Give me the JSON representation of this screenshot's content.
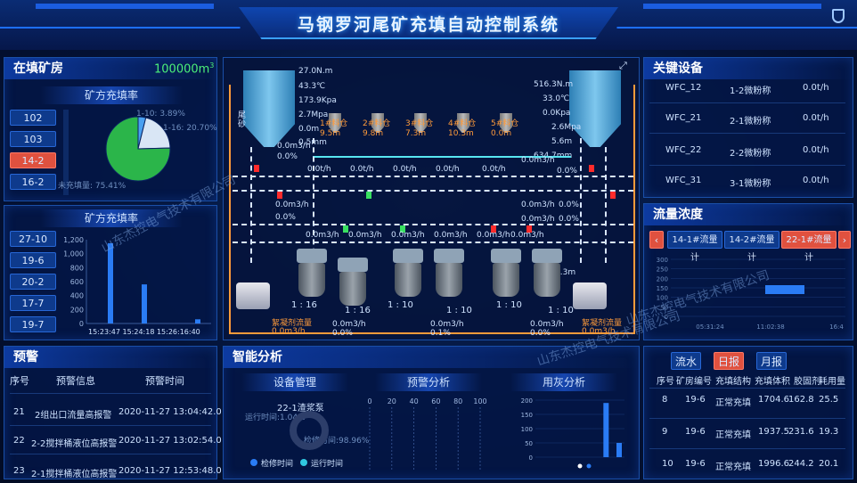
{
  "header": {
    "title": "马钢罗河尾矿充填自动控制系统"
  },
  "left_top": {
    "title": "在填矿房",
    "total": "100000m",
    "total_sup": "3",
    "subtitle": "矿方充填率",
    "rooms": [
      "102",
      "103",
      "14-2",
      "16-2"
    ],
    "pie": {
      "slices": [
        {
          "label": "1-10: 3.89%",
          "value": 3.89,
          "color": "#4aa0f0"
        },
        {
          "label": "1-16: 20.70%",
          "value": 20.7,
          "color": "#d9e6f5"
        },
        {
          "label": "未充填量: 75.41%",
          "value": 75.41,
          "color": "#2bb54a"
        }
      ]
    }
  },
  "left_mid": {
    "subtitle": "矿方充填率",
    "rooms": [
      "27-10",
      "19-6",
      "20-2",
      "17-7",
      "19-7"
    ],
    "chart_data": {
      "type": "bar",
      "yticks": [
        "1,200",
        "1,000",
        "800",
        "600",
        "400",
        "200",
        "0"
      ],
      "ylim": [
        0,
        1200
      ],
      "x_label_text": "15:23:47 15:24:18 15:26:16:40",
      "values": [
        1150,
        560,
        60
      ],
      "color": "#2a7cf5"
    }
  },
  "left_bottom": {
    "title": "预警",
    "headers": [
      "序号",
      "预警信息",
      "预警时间"
    ],
    "rows": [
      {
        "no": "21",
        "info": "2组出口流量高报警",
        "time": "2020-11-27 13:04:42.0"
      },
      {
        "no": "22",
        "info": "2-2搅拌桶液位高报警",
        "time": "2020-11-27 13:02:54.0"
      },
      {
        "no": "23",
        "info": "2-1搅拌桶液位高报警",
        "time": "2020-11-27 12:53:48.0"
      }
    ]
  },
  "process": {
    "left_readings": [
      "27.0N.m",
      "43.3℃",
      "173.9Kpa",
      "2.7Mpa",
      "0.0m",
      "0.5mm"
    ],
    "right_readings": [
      "516.3N.m",
      "33.0℃",
      "0.0Kpa",
      "2.6Mpa",
      "5.6m",
      "634.7mm"
    ],
    "left_label": "尾砂",
    "bins": [
      {
        "name": "1#料仓",
        "value": "9.5m"
      },
      {
        "name": "2#料仓",
        "value": "9.8m"
      },
      {
        "name": "3#料仓",
        "value": "7.3m"
      },
      {
        "name": "4#料仓",
        "value": "10.3m"
      },
      {
        "name": "5#料仓",
        "value": "0.0m"
      }
    ],
    "bin_flows": [
      "0.0t/h",
      "0.0t/h",
      "0.0t/h",
      "0.0t/h",
      "0.0t/h"
    ],
    "flow_left_a": "0.0m3/h",
    "flow_left_b": "0.0%",
    "flow_mid_a": "0.0m3/h",
    "flow_mid_b": "0.0%",
    "flow_right_a": "0.0m3/h",
    "flow_right_b": "0.0%",
    "flow_r2_a": "0.0m3/h",
    "flow_r2_b": "0.0%",
    "flow_r3_a": "0.0m3/h",
    "flow_r3_b": "0.0%",
    "row_flows": [
      "0.0m3/h",
      "0.0m3/h",
      "0.0m3/h",
      "0.0m3/h",
      "0.0m3/h",
      "0.0m3/h",
      "0.3m"
    ],
    "ratios": [
      "1 : 16",
      "1 : 16",
      "1 : 10",
      "1 : 10",
      "1 : 10",
      "1 : 10"
    ],
    "bottom_a1": "0.0m3/h",
    "bottom_a2": "0.0%",
    "bottom_b1": "0.0m3/h",
    "bottom_b2": "0.1%",
    "bottom_c1": "0.0m3/h",
    "bottom_c2": "0.0%",
    "floc_left": "絮凝剂流量",
    "floc_left_val": "0.0m3/h",
    "floc_right": "絮凝剂流量",
    "floc_right_val": "0.0m3/h"
  },
  "right_top": {
    "title": "关键设备",
    "rows": [
      {
        "id": "WFC_12",
        "name": "1-2微粉称",
        "val": "0.0t/h"
      },
      {
        "id": "WFC_21",
        "name": "2-1微粉称",
        "val": "0.0t/h"
      },
      {
        "id": "WFC_22",
        "name": "2-2微粉称",
        "val": "0.0t/h"
      },
      {
        "id": "WFC_31",
        "name": "3-1微粉称",
        "val": "0.0t/h"
      }
    ]
  },
  "right_mid": {
    "title": "流量浓度",
    "tabs": [
      "14-1#流量计",
      "14-2#流量计",
      "22-1#流量计"
    ],
    "prev": "‹",
    "next": "›",
    "yticks": [
      "300",
      "250",
      "200",
      "150",
      "100",
      "50",
      "0"
    ],
    "xticks": [
      "05:31:24",
      "11:02:38",
      "16:4"
    ]
  },
  "right_bottom": {
    "tabs": [
      "流水",
      "日报",
      "月报"
    ],
    "headers": [
      "序号",
      "矿房编号",
      "充填结构",
      "充填体积",
      "胶固剂",
      "耗用量"
    ],
    "rows": [
      {
        "no": "8",
        "room": "19-6",
        "type": "正常充填",
        "vol": "1704.6",
        "glue": "162.8",
        "use": "25.5"
      },
      {
        "no": "9",
        "room": "19-6",
        "type": "正常充填",
        "vol": "1937.5",
        "glue": "231.6",
        "use": "19.3"
      },
      {
        "no": "10",
        "room": "19-6",
        "type": "正常充填",
        "vol": "1996.6",
        "glue": "244.2",
        "use": "20.1"
      }
    ]
  },
  "analysis": {
    "title": "智能分析",
    "tabs": [
      "设备管理",
      "预警分析",
      "用灰分析"
    ],
    "pump": "22-1渣浆泵",
    "run_label": "运行时间:1.04%",
    "repair_label": "检修时间:98.96%",
    "legend_repair": "检修时间",
    "legend_run": "运行时间",
    "warn_ticks": [
      "0",
      "20",
      "40",
      "60",
      "80",
      "100"
    ],
    "ash_yticks": [
      "200",
      "150",
      "100",
      "50",
      "0"
    ],
    "ash_values": [
      0,
      0,
      0,
      0,
      0,
      190,
      50
    ],
    "ash_color": "#2a7cf5"
  },
  "watermarks": [
    "山东杰控电气技术有限公司",
    "山东杰控电气技术有限公司",
    "山东杰控电气技术有限公司"
  ]
}
